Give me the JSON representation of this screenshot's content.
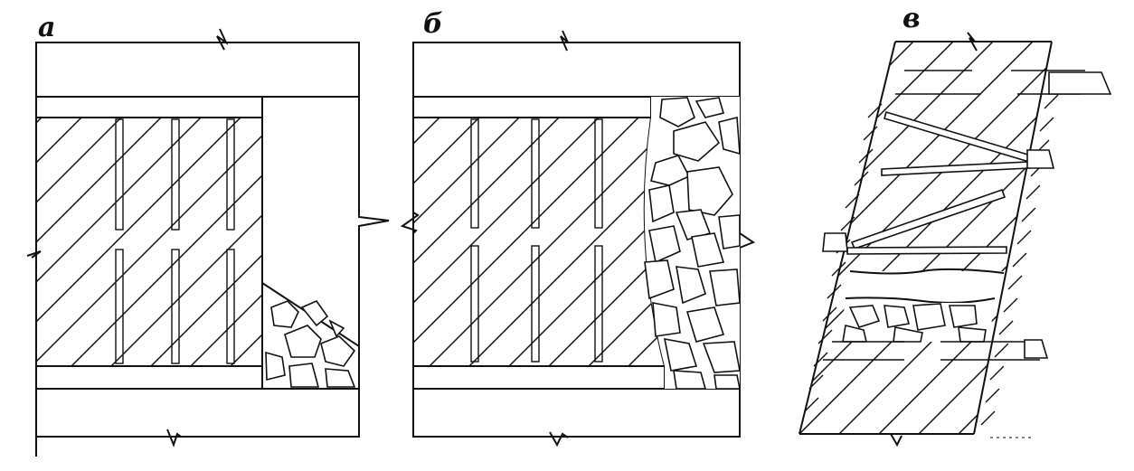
{
  "figure": {
    "panels": [
      {
        "id": "a",
        "label": "а"
      },
      {
        "id": "b",
        "label": "б"
      },
      {
        "id": "v",
        "label": "в"
      }
    ],
    "colors": {
      "stroke": "#111111",
      "background": "#ffffff"
    }
  }
}
